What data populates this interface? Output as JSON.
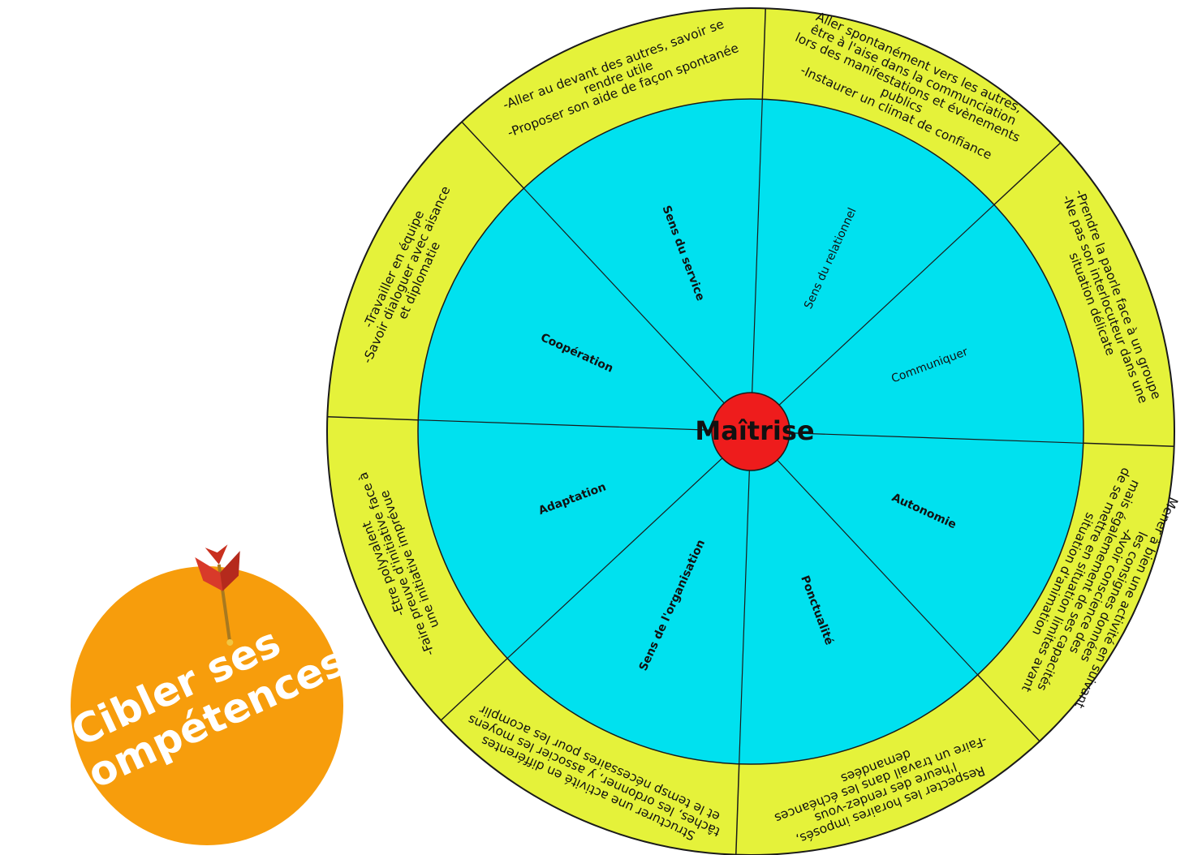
{
  "center": {
    "label": "Maîtrise",
    "fill": "#ee1c1c"
  },
  "colors": {
    "outer_ring": "#e5f23a",
    "inner_disc": "#00e1ef",
    "lines": "#1a1a1a",
    "badge": "#f79d0c",
    "badge_text": "#ffffff",
    "dart": "#d83a2a"
  },
  "segments": [
    {
      "skill": "Sens du relationnel",
      "bold": false,
      "description": [
        "Aller spontanément vers les autres,",
        "être à l'aise dans la communciation",
        "lors des manifestations et évènements",
        "publics",
        "-Instaurer un climat de confiance"
      ]
    },
    {
      "skill": "Communiquer",
      "bold": false,
      "description": [
        "-Prendre la paorle face à un groupe",
        "-Ne pas son interlocuteur dans une",
        "situation délicate"
      ]
    },
    {
      "skill": "Autonomie",
      "bold": true,
      "description": [
        "Mener à bien une activité en suivant",
        "les consignes données",
        "-Avoir conscience des",
        "mais égalemement de ses capacités",
        "de se mettre en situation limites avant",
        "situation d'animation"
      ]
    },
    {
      "skill": "Ponctualité",
      "bold": true,
      "description": [
        "Respecter les horaires imposés,",
        "l'heure des rendez-vous",
        "-Faire un travail dans les échéances",
        "demandées"
      ]
    },
    {
      "skill": "Sens de l'organisation",
      "bold": true,
      "description": [
        "Structurer une activité en différentes",
        "tâches, les ordonner, y associer les moyens",
        "et le temsp nécessaires pour les acomplir"
      ]
    },
    {
      "skill": "Adaptation",
      "bold": true,
      "description": [
        "-Etre polyvalent",
        "-Faire preuve d'initiative face à",
        "une initiative imprévue"
      ]
    },
    {
      "skill": "Coopération",
      "bold": true,
      "description": [
        "-Travailler en équipe",
        "-Savoir dialoguer avec aisance",
        "et diplomatie"
      ]
    },
    {
      "skill": "Sens du service",
      "bold": true,
      "description": [
        "-Aller au devant des autres, savoir se",
        "rendre utile",
        "-Proposer son aide de façon spontanée"
      ]
    }
  ],
  "badge": {
    "lines": [
      "Cibler ses",
      "compétences"
    ],
    "icon": "dart-icon"
  }
}
